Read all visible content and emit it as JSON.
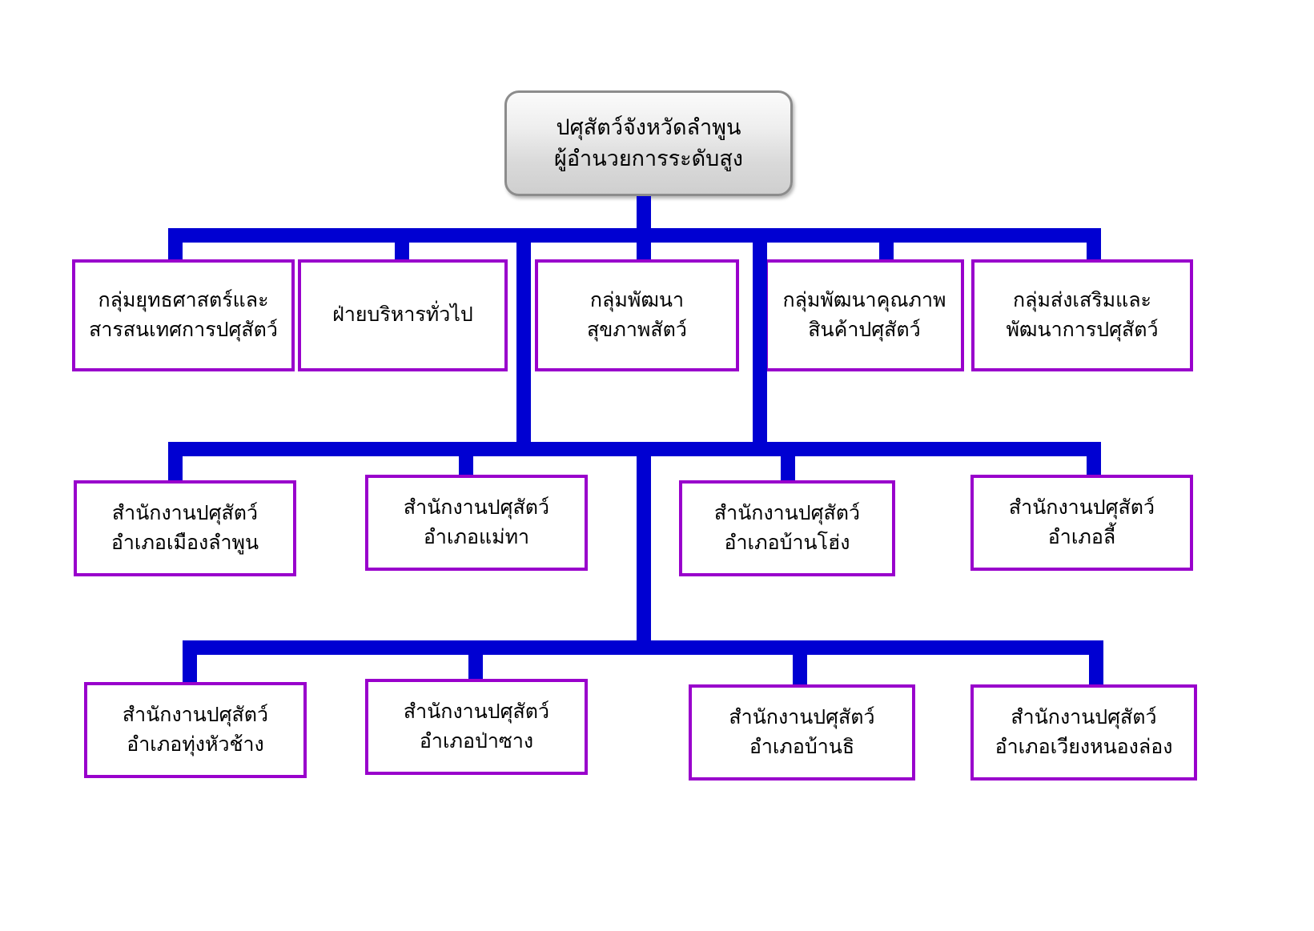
{
  "chart": {
    "title_text": "ปศุสัตว์จังหวัดลำพูน",
    "colors": {
      "connector": "#0000d2",
      "box_border": "#9900cc",
      "root_border": "#8c8c8c",
      "root_fill": "#d9d9d9",
      "background": "#ffffff",
      "text": "#000000"
    },
    "root": {
      "line1": "ปศุสัตว์จังหวัดลำพูน",
      "line2": "ผู้อำนวยการระดับสูง"
    },
    "divisions": [
      {
        "line1": "กลุ่มยุทธศาสตร์และ",
        "line2": "สารสนเทศการปศุสัตว์"
      },
      {
        "line1": "ฝ่ายบริหารทั่วไป",
        "line2": ""
      },
      {
        "line1": "กลุ่มพัฒนา",
        "line2": "สุขภาพสัตว์"
      },
      {
        "line1": "กลุ่มพัฒนาคุณภาพ",
        "line2": "สินค้าปศุสัตว์"
      },
      {
        "line1": "กลุ่มส่งเสริมและ",
        "line2": "พัฒนาการปศุสัตว์"
      }
    ],
    "district_offices_row1": [
      {
        "line1": "สำนักงานปศุสัตว์",
        "line2": "อำเภอเมืองลำพูน"
      },
      {
        "line1": "สำนักงานปศุสัตว์",
        "line2": "อำเภอแม่ทา"
      },
      {
        "line1": "สำนักงานปศุสัตว์",
        "line2": "อำเภอบ้านโฮ่ง"
      },
      {
        "line1": "สำนักงานปศุสัตว์",
        "line2": "อำเภอลี้"
      }
    ],
    "district_offices_row2": [
      {
        "line1": "สำนักงานปศุสัตว์",
        "line2": "อำเภอทุ่งหัวช้าง"
      },
      {
        "line1": "สำนักงานปศุสัตว์",
        "line2": "อำเภอป่าซาง"
      },
      {
        "line1": "สำนักงานปศุสัตว์",
        "line2": "อำเภอบ้านธิ"
      },
      {
        "line1": "สำนักงานปศุสัตว์",
        "line2": "อำเภอเวียงหนองล่อง"
      }
    ]
  }
}
